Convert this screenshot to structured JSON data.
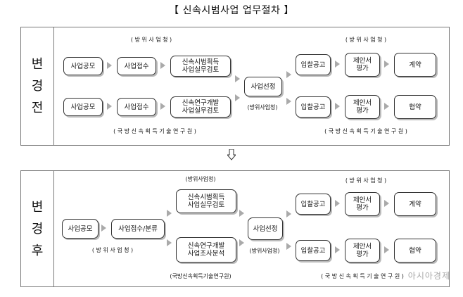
{
  "title": "【 신속시범사업 업무절차 】",
  "before": {
    "side_chars": [
      "변",
      "경",
      "전"
    ],
    "label_top_left": "( 방 위 사 업 청 )",
    "label_top_right": "( 방 위 사 업 청 )",
    "label_bottom_left": "( 국 방 신 속 획 득 기 술 연 구 원 )",
    "label_bottom_right": "( 국 방 신 속 획 득 기 술 연 구 원 )",
    "label_middle": "(방위사업청)",
    "row1": [
      "사업공모",
      "사업접수",
      "신속시범획득\n사업실무검토"
    ],
    "row2": [
      "사업공모",
      "사업접수",
      "신속연구개발\n사업실무검토"
    ],
    "select": "사업선정",
    "right_row1": [
      "입찰공고",
      "제안서\n평가",
      "계약"
    ],
    "right_row2": [
      "입찰공고",
      "제안서\n평가",
      "협약"
    ]
  },
  "after": {
    "side_chars": [
      "변",
      "경",
      "후"
    ],
    "label_top_center": "(방위사업청)",
    "label_top_right": "( 방 위 사 업 청 )",
    "label_left_bottom": "( 방 위 사 업 청 )",
    "label_middle": "(방위사업청)",
    "label_bottom_center": "(국방신속획득기술연구원)",
    "label_bottom_right": "( 국 방 신 속 획 득 기 술 연 구 원 )",
    "left": [
      "사업공모",
      "사업접수/분류"
    ],
    "review_top": "신속시범획득\n사업실무검토",
    "review_bottom": "신속연구개발\n사업조사분석",
    "select": "사업선정",
    "right_row1": [
      "입찰공고",
      "제안서\n평가",
      "계약"
    ],
    "right_row2": [
      "입찰공고",
      "제안서\n평가",
      "협약"
    ]
  },
  "watermark": "아시아경제"
}
